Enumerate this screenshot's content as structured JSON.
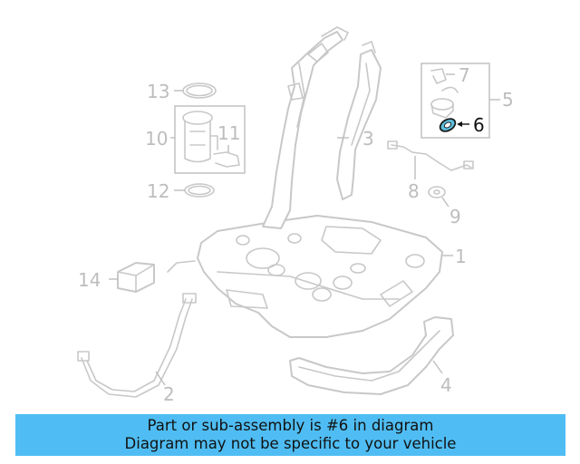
{
  "diagram": {
    "callouts": [
      "1",
      "2",
      "3",
      "4",
      "5",
      "6",
      "7",
      "8",
      "9",
      "10",
      "11",
      "12",
      "13",
      "14"
    ],
    "highlighted_part": "6",
    "colors": {
      "line": "#c8c8c8",
      "label": "#bdbdbd",
      "highlight": "#5bc0de",
      "banner": "#4fbdf3"
    }
  },
  "banner": {
    "line1": "Part or sub-assembly is #6 in diagram",
    "line2": "Diagram may not be specific to your vehicle"
  }
}
